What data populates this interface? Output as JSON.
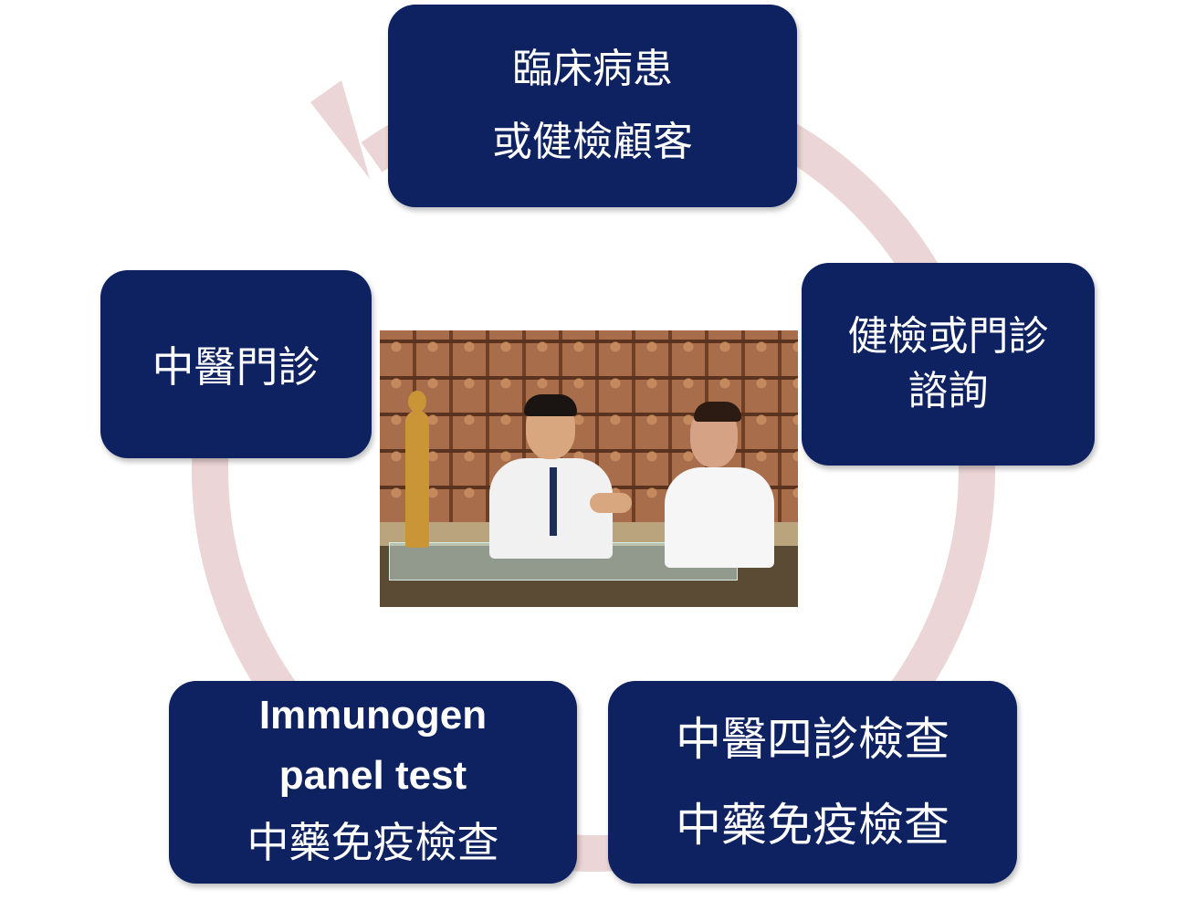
{
  "diagram": {
    "ring_color": "#ebd5d6",
    "box_color": "#0e2160",
    "text_color": "#ffffff",
    "nodes": {
      "top": {
        "line1": "臨床病患",
        "line2": "或健檢顧客"
      },
      "right": {
        "line1": "健檢或門診",
        "line2": "諮詢"
      },
      "bottom_right": {
        "line1": "中醫四診檢查",
        "line2": "中藥免疫檢查"
      },
      "bottom_left": {
        "line1": "Immunogen",
        "line2": "panel test",
        "line3": "中藥免疫檢查"
      },
      "left": {
        "line1": "中醫門診"
      }
    }
  }
}
